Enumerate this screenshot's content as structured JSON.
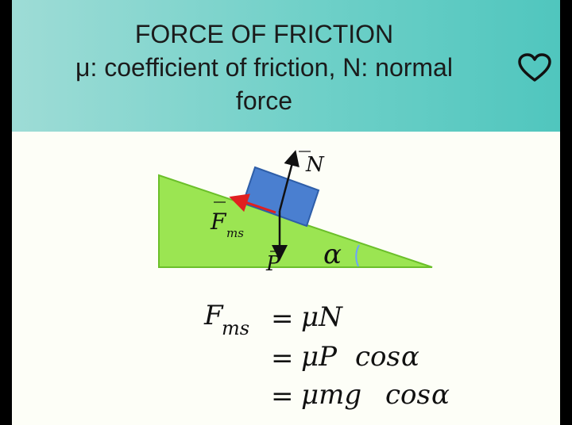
{
  "header": {
    "title_line1": "FORCE OF FRICTION",
    "title_line2": "μ: coefficient of friction, N: normal",
    "title_line3": "force",
    "favorite_icon": "heart-outline-icon"
  },
  "diagram": {
    "label_normal": "N",
    "label_weight": "P",
    "label_friction": "F",
    "label_friction_sub": "ms",
    "label_angle": "α",
    "colors": {
      "incline": "#9be552",
      "block": "#4a7fd0",
      "friction_arrow": "#e02020",
      "angle_arc": "#6aa3ff"
    }
  },
  "formula": {
    "lhs": "F",
    "lhs_sub": "ms",
    "line1_eq": "=",
    "line1_rhs": "μN",
    "line2_eq": "=",
    "line2_rhs_a": "μP",
    "line2_rhs_b": "cos",
    "line2_rhs_c": "α",
    "line3_eq": "=",
    "line3_rhs_a": "μmg",
    "line3_rhs_b": "cos",
    "line3_rhs_c": "α"
  }
}
